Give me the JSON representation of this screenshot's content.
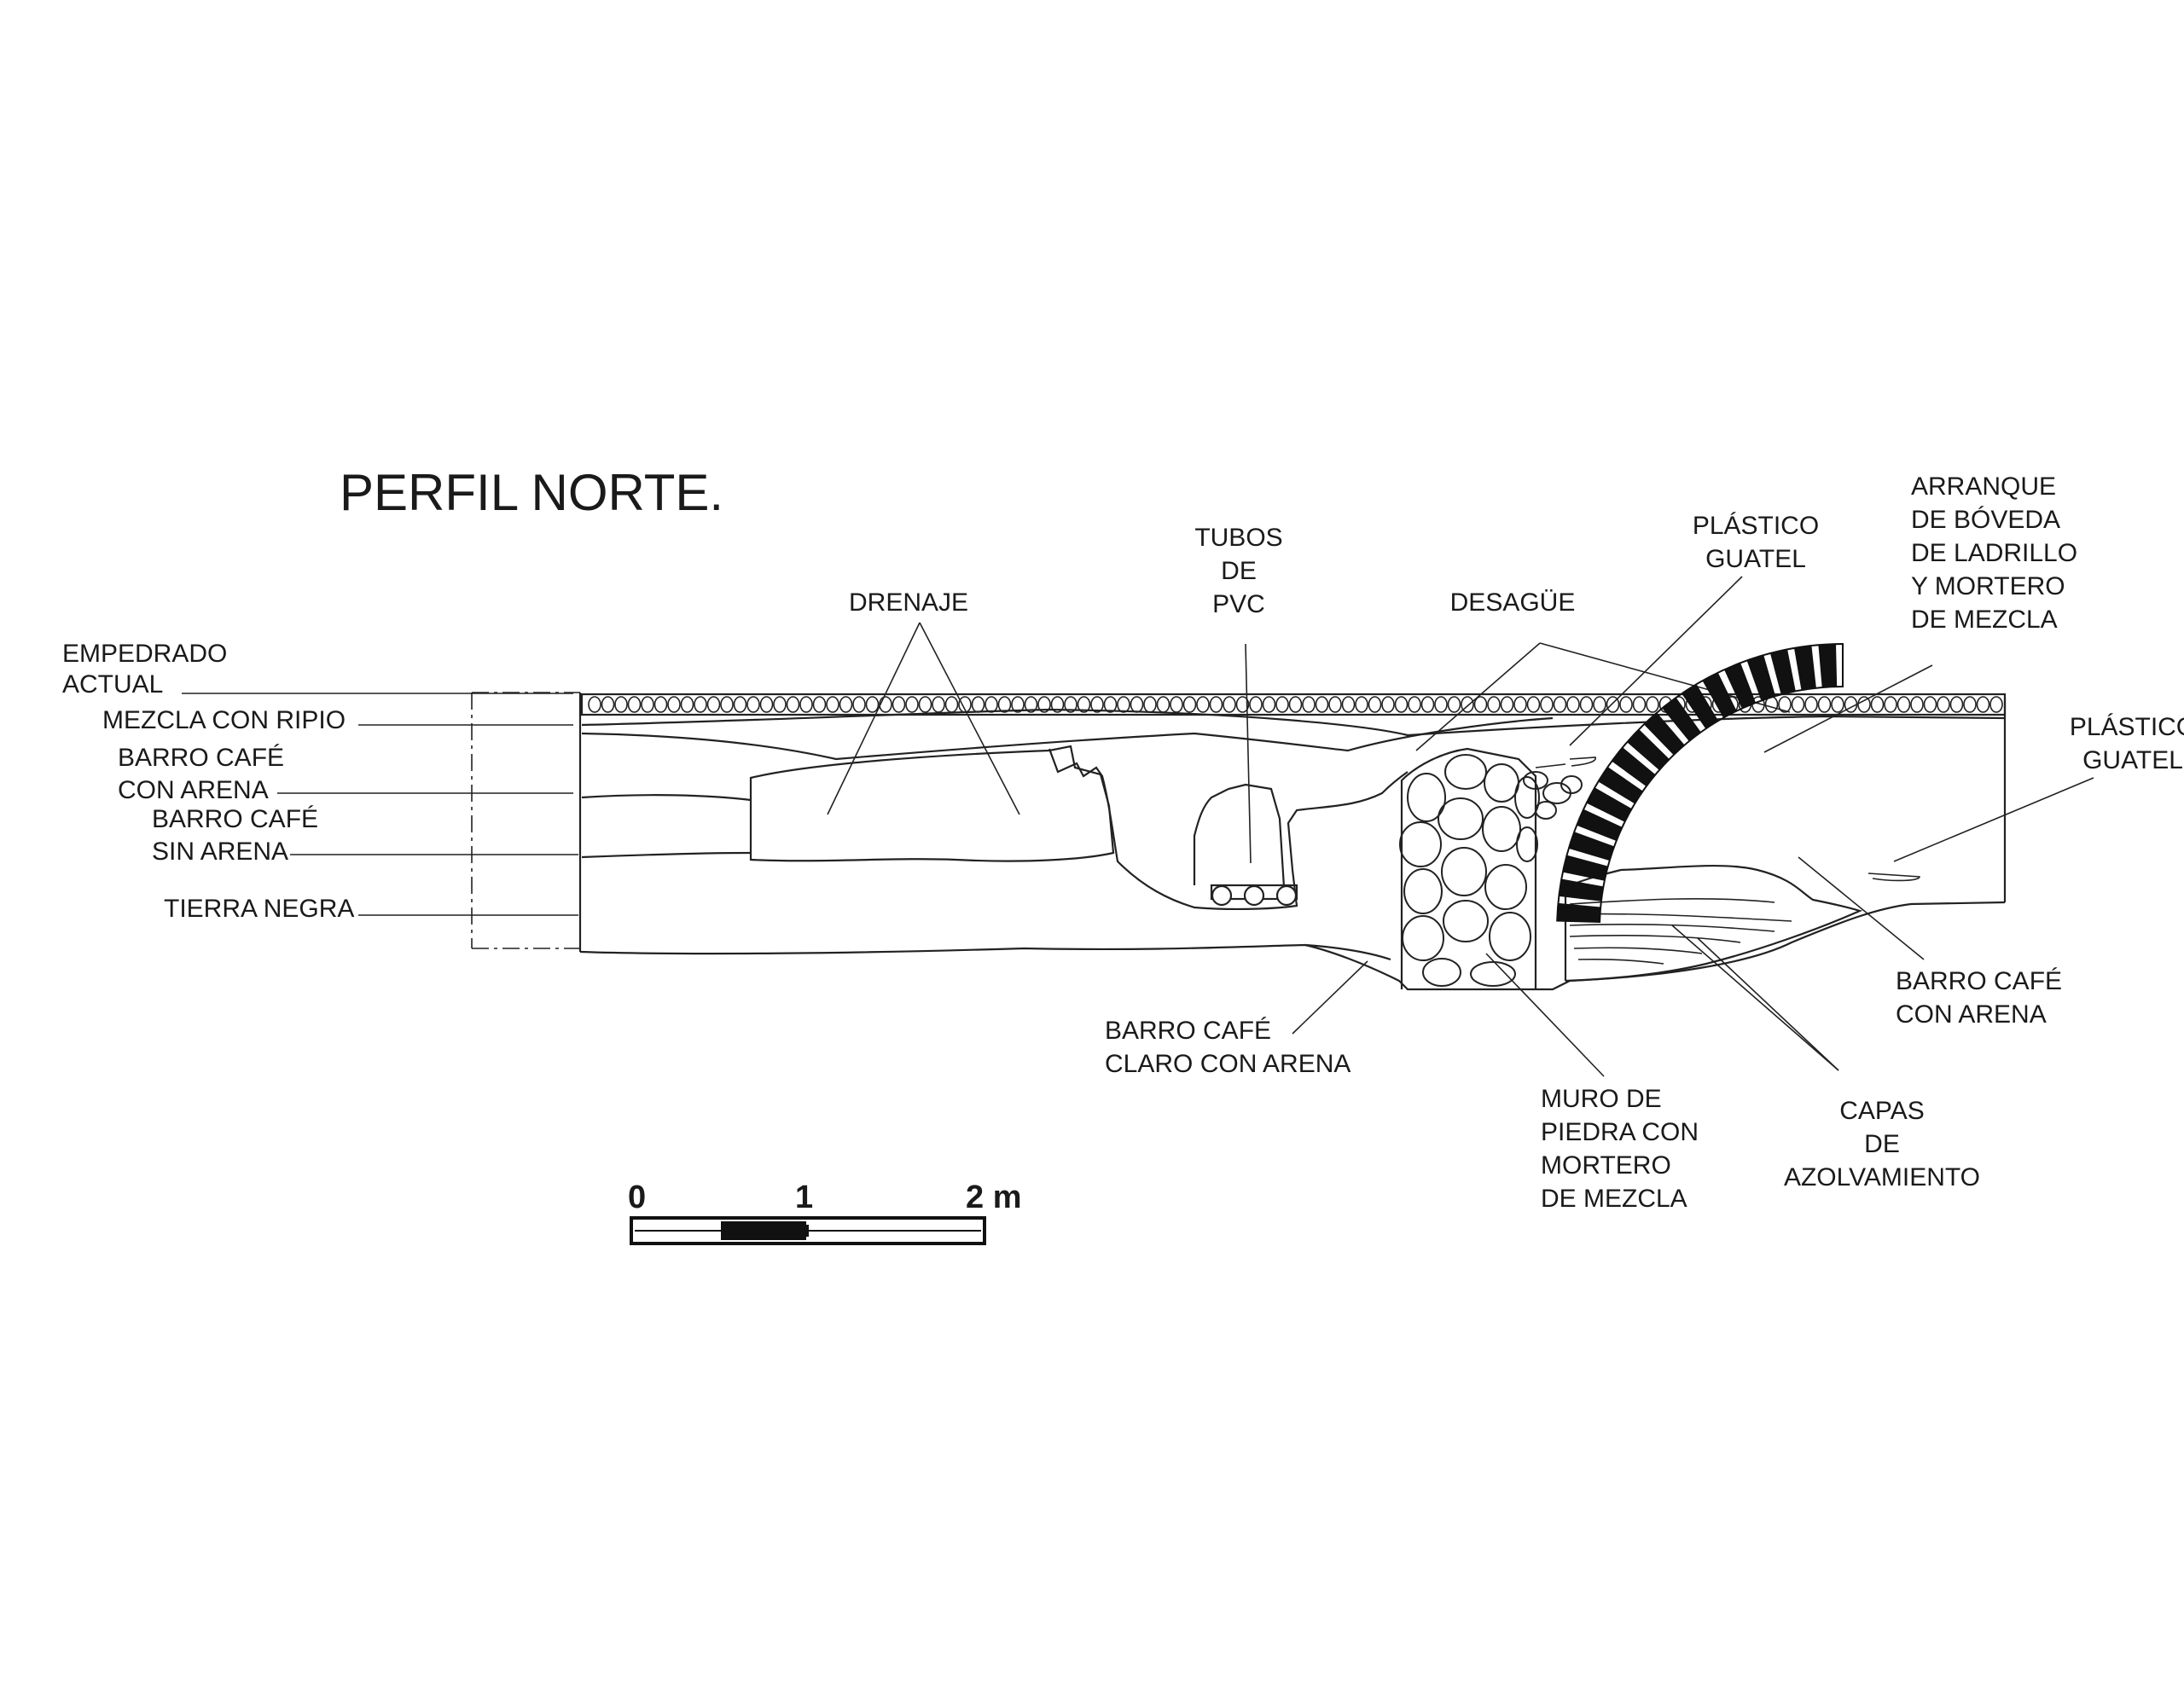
{
  "title": "PERFIL NORTE.",
  "labels": {
    "empedrado": [
      "EMPEDRADO",
      "ACTUAL"
    ],
    "mezcla_ripio": [
      "MEZCLA CON RIPIO"
    ],
    "barro_con_arena": [
      "BARRO CAFÉ",
      "CON ARENA"
    ],
    "barro_sin_arena": [
      "BARRO CAFÉ",
      "SIN ARENA"
    ],
    "tierra_negra": [
      "TIERRA NEGRA"
    ],
    "drenaje": [
      "DRENAJE"
    ],
    "tubos_pvc": [
      "TUBOS",
      "DE",
      "PVC"
    ],
    "desague": [
      "DESAGÜE"
    ],
    "plastico_guatel_1": [
      "PLÁSTICO",
      "GUATEL"
    ],
    "arranque_boveda": [
      "ARRANQUE",
      "DE BÓVEDA",
      "DE LADRILLO",
      "Y MORTERO",
      "DE MEZCLA"
    ],
    "plastico_guatel_2": [
      "PLÁSTICO",
      "GUATEL"
    ],
    "barro_claro": [
      "BARRO CAFÉ",
      "CLARO CON ARENA"
    ],
    "muro_piedra": [
      "MURO DE",
      "PIEDRA CON",
      "MORTERO",
      "DE MEZCLA"
    ],
    "barro_con_arena_2": [
      "BARRO CAFÉ",
      "CON ARENA"
    ],
    "capas": [
      "CAPAS",
      "DE",
      "AZOLVAMIENTO"
    ]
  },
  "scale": {
    "ticks": [
      "0",
      "1",
      "2 m"
    ]
  }
}
